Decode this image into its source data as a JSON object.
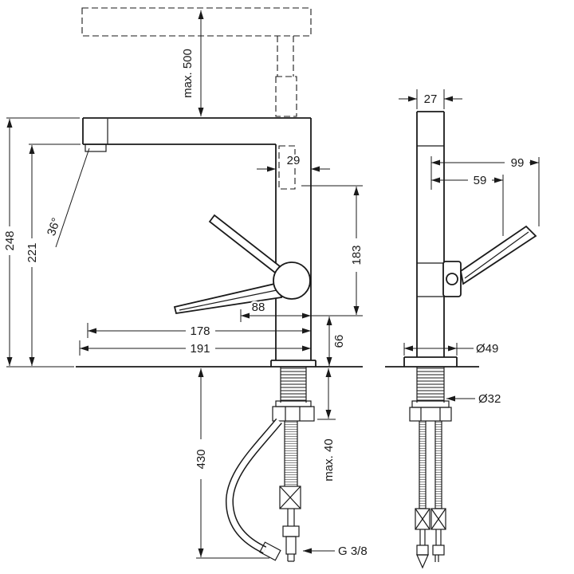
{
  "dimensions": {
    "max_height": "max. 500",
    "h248": "248",
    "h221": "221",
    "angle36": "36°",
    "w29": "29",
    "h183": "183",
    "w88": "88",
    "w178": "178",
    "w191": "191",
    "h66": "66",
    "h430": "430",
    "max40": "max. 40",
    "thread": "G 3/8",
    "w27": "27",
    "w99": "99",
    "w59": "59",
    "dia49": "Ø49",
    "dia32": "Ø32"
  }
}
